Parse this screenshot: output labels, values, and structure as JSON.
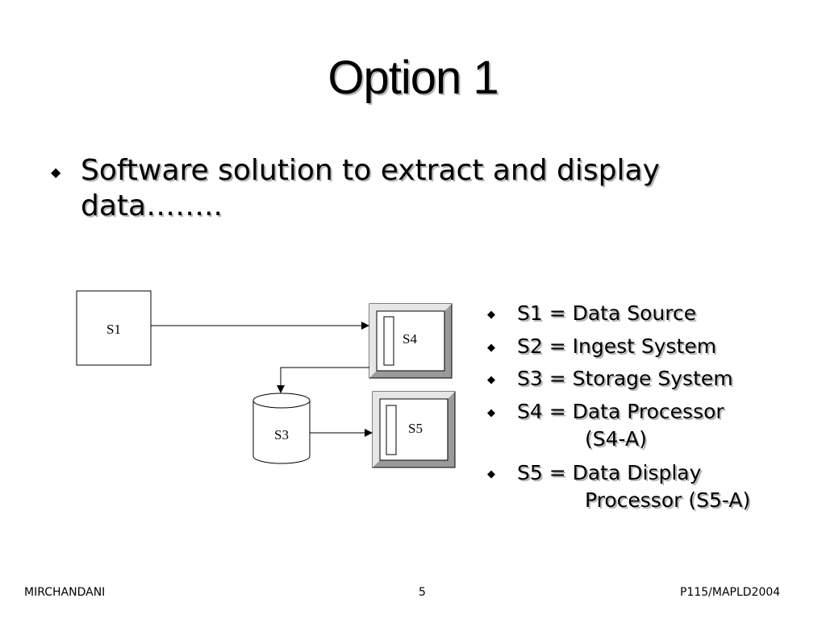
{
  "slide": {
    "title": "Option 1",
    "main_bullet": "Software solution to extract and display data……..",
    "bullet_glyph": "◆"
  },
  "diagram": {
    "nodes": {
      "s1": "S1",
      "s3": "S3",
      "s4": "S4",
      "s5": "S5"
    }
  },
  "legend": {
    "items": [
      {
        "line1": "S1 = Data Source",
        "line2": ""
      },
      {
        "line1": "S2 = Ingest System",
        "line2": ""
      },
      {
        "line1": "S3 = Storage System",
        "line2": ""
      },
      {
        "line1": "S4 = Data Processor",
        "line2": "(S4-A)"
      },
      {
        "line1": "S5 = Data Display",
        "line2": "Processor (S5-A)"
      }
    ]
  },
  "footer": {
    "author": "MIRCHANDANI",
    "page_number": "5",
    "reference": "P115/MAPLD2004"
  }
}
